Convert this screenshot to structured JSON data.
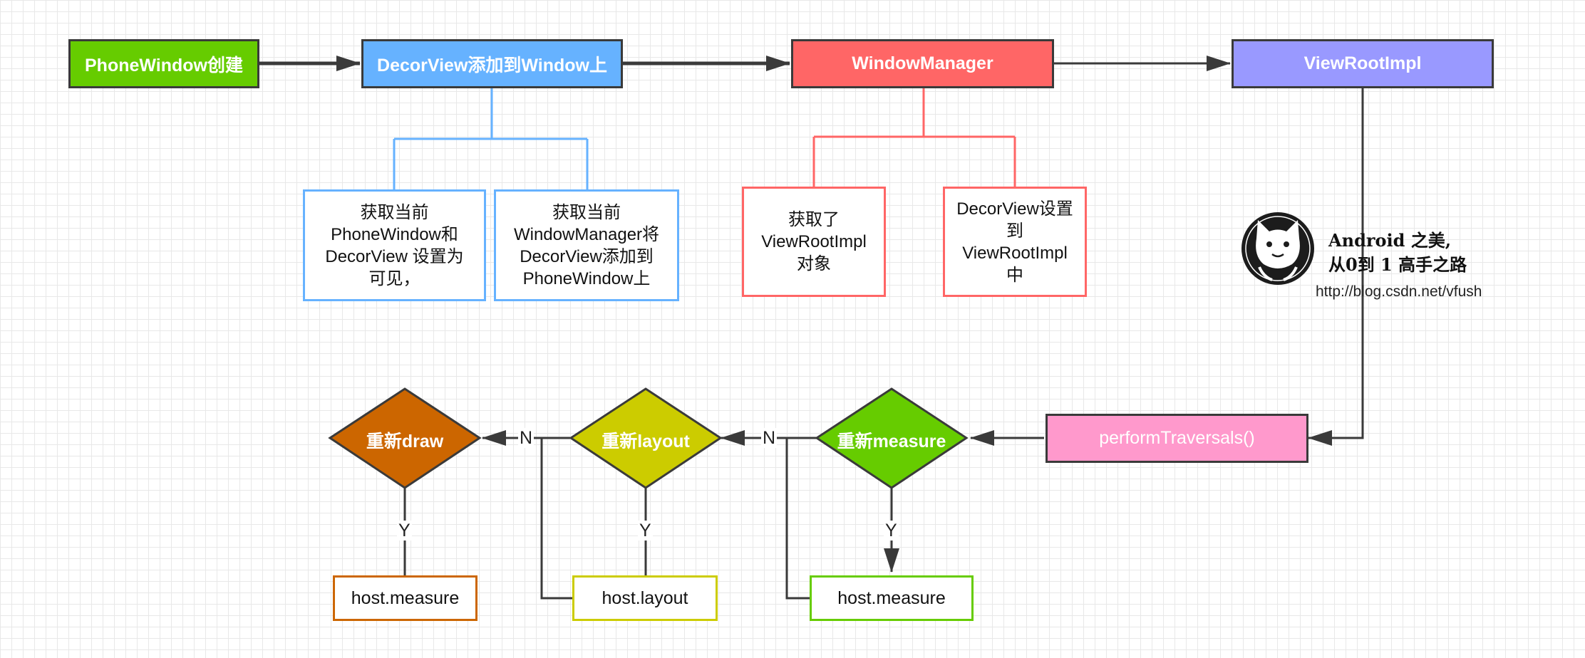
{
  "nodes": {
    "phonewindow_create": "PhoneWindow创建",
    "decorview_add": "DecorView添加到Window上",
    "window_manager": "WindowManager",
    "view_root_impl": "ViewRootImpl",
    "perform_traversals": "performTraversals()",
    "note_1": "获取当前PhoneWindow和DecorView 设置为可见，",
    "note_2": "获取当前WindowManager将DecorView添加到PhoneWindow上",
    "note_3": "获取了ViewRootImpl对象",
    "note_4": "DecorView设置到ViewRootImpl中",
    "decision_measure": "重新measure",
    "decision_layout": "重新layout",
    "decision_draw": "重新draw",
    "host_measure_1": "host.measure",
    "host_layout": "host.layout",
    "host_measure_2": "host.measure"
  },
  "edge_labels": {
    "yes": "Y",
    "no": "N"
  },
  "watermark": {
    "line1": "Android 之美,",
    "line2": "从0到 1 高手之路",
    "url": "http://blog.csdn.net/vfush"
  },
  "colors": {
    "phonewindow": "#66cc00",
    "decorview": "#66b2ff",
    "window_manager": "#ff6666",
    "view_root_impl": "#9999ff",
    "perform_traversals": "#ff99cc",
    "measure_diamond": "#66cc00",
    "layout_diamond": "#cccc00",
    "draw_diamond": "#cc6600",
    "connector": "#3a3a3a"
  }
}
